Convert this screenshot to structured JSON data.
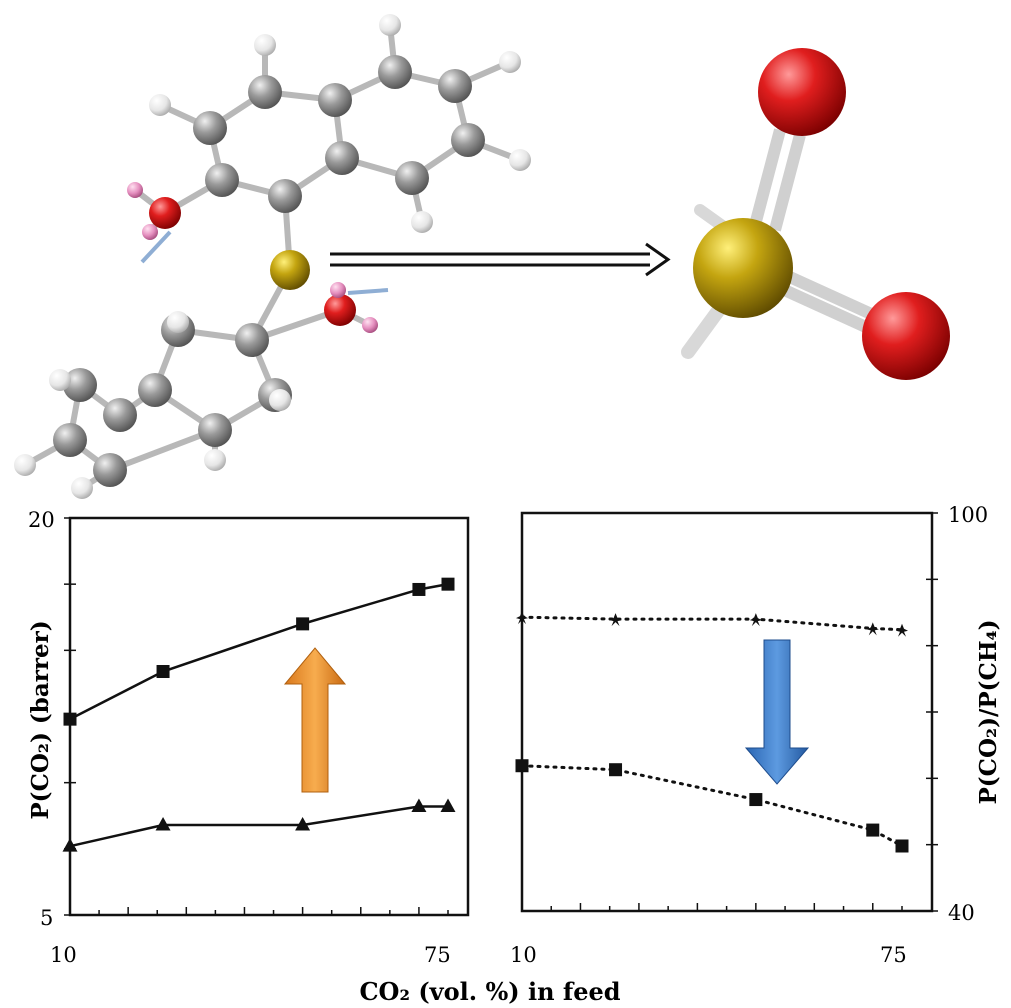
{
  "figure": {
    "xlabel_shared": "CO₂ (vol. %) in feed",
    "colors": {
      "carbon": "#8a8a8a",
      "hydrogen": "#f2f2f2",
      "oxygen": "#d81e1e",
      "sulfur": "#b59a0c",
      "hydroxyl_h": "#e58fbf",
      "arrow_up": "#f39a33",
      "arrow_down": "#3f7fcc",
      "line": "#111111"
    }
  },
  "chart_data": [
    {
      "type": "line",
      "xlabel": "",
      "ylabel": "P(CO₂) (barrer)",
      "xlim": [
        10,
        75
      ],
      "ylim": [
        5,
        20
      ],
      "x_tick_labels": [
        "10",
        "75"
      ],
      "y_tick_labels": [
        "20",
        "5"
      ],
      "line_style": "solid",
      "annotation": "up-arrow",
      "series": [
        {
          "marker": "square",
          "x": [
            10,
            26,
            50,
            70,
            75
          ],
          "y": [
            12.4,
            14.2,
            16.0,
            17.3,
            17.5
          ]
        },
        {
          "marker": "triangle",
          "x": [
            10,
            26,
            50,
            70,
            75
          ],
          "y": [
            7.6,
            8.4,
            8.4,
            9.1,
            9.1
          ]
        }
      ]
    },
    {
      "type": "line",
      "xlabel": "",
      "ylabel": "P(CO₂)/P(CH₄)",
      "ylabel_side": "right",
      "xlim": [
        10,
        75
      ],
      "ylim": [
        40,
        100
      ],
      "x_tick_labels": [
        "10",
        "75"
      ],
      "y_tick_labels": [
        "100",
        "40"
      ],
      "line_style": "dotted",
      "annotation": "down-arrow",
      "series": [
        {
          "marker": "star",
          "x": [
            10,
            26,
            50,
            70,
            75
          ],
          "y": [
            84.3,
            84.0,
            84.0,
            82.6,
            82.4
          ]
        },
        {
          "marker": "square",
          "x": [
            10,
            26,
            50,
            70,
            75
          ],
          "y": [
            61.9,
            61.3,
            56.8,
            52.2,
            49.8
          ]
        }
      ]
    }
  ]
}
